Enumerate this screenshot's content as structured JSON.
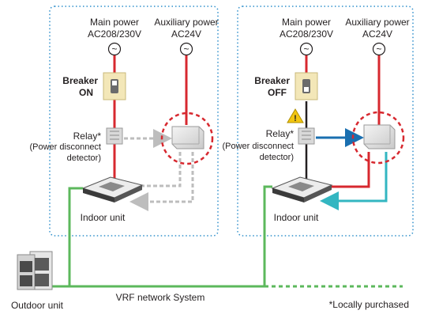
{
  "left_panel": {
    "main_power_label": "Main power",
    "main_power_spec": "AC208/230V",
    "aux_power_label": "Auxiliary power",
    "aux_power_spec": "AC24V",
    "breaker_label": "Breaker",
    "breaker_state": "ON",
    "relay_label": "Relay*",
    "relay_desc_1": "(Power disconnect",
    "relay_desc_2": "detector)",
    "indoor_unit_label": "Indoor unit"
  },
  "right_panel": {
    "main_power_label": "Main power",
    "main_power_spec": "AC208/230V",
    "aux_power_label": "Auxiliary power",
    "aux_power_spec": "AC24V",
    "breaker_label": "Breaker",
    "breaker_state": "OFF",
    "relay_label": "Relay*",
    "relay_desc_1": "(Power disconnect",
    "relay_desc_2": "detector)",
    "indoor_unit_label": "Indoor unit"
  },
  "outdoor_unit_label": "Outdoor unit",
  "network_label": "VRF network System",
  "footnote": "*Locally purchased",
  "ac_symbol": "~",
  "warning_symbol": "!",
  "colors": {
    "power_line": "#d7282f",
    "network_line": "#5cb85c",
    "aux_line_active": "#33b6c1",
    "signal_arrow": "#1a6fb0",
    "inactive_line": "#bdbdbd",
    "panel_border": "#2f8fcb",
    "highlight_circle": "#d7282f"
  }
}
